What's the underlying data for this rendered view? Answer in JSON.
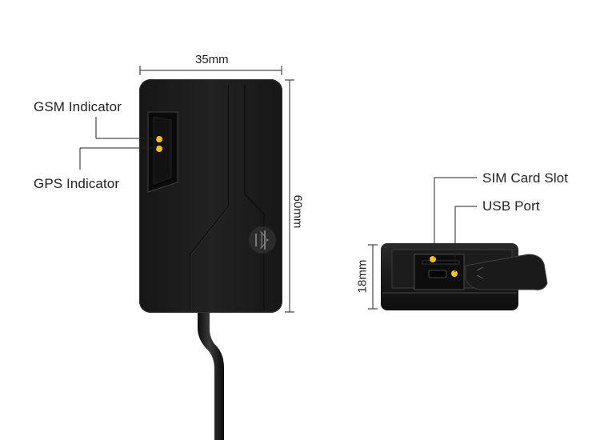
{
  "dimensions": {
    "width": "35mm",
    "length": "60mm",
    "height": "18mm"
  },
  "callouts": {
    "gsm": "GSM Indicator",
    "gps": "GPS Indicator",
    "sim": "SIM Card Slot",
    "usb": "USB Port"
  },
  "colors": {
    "device_body": "#1e1e1e",
    "device_edge": "#2c2c2c",
    "led": "#f2c21a",
    "leader_line": "#222222"
  }
}
